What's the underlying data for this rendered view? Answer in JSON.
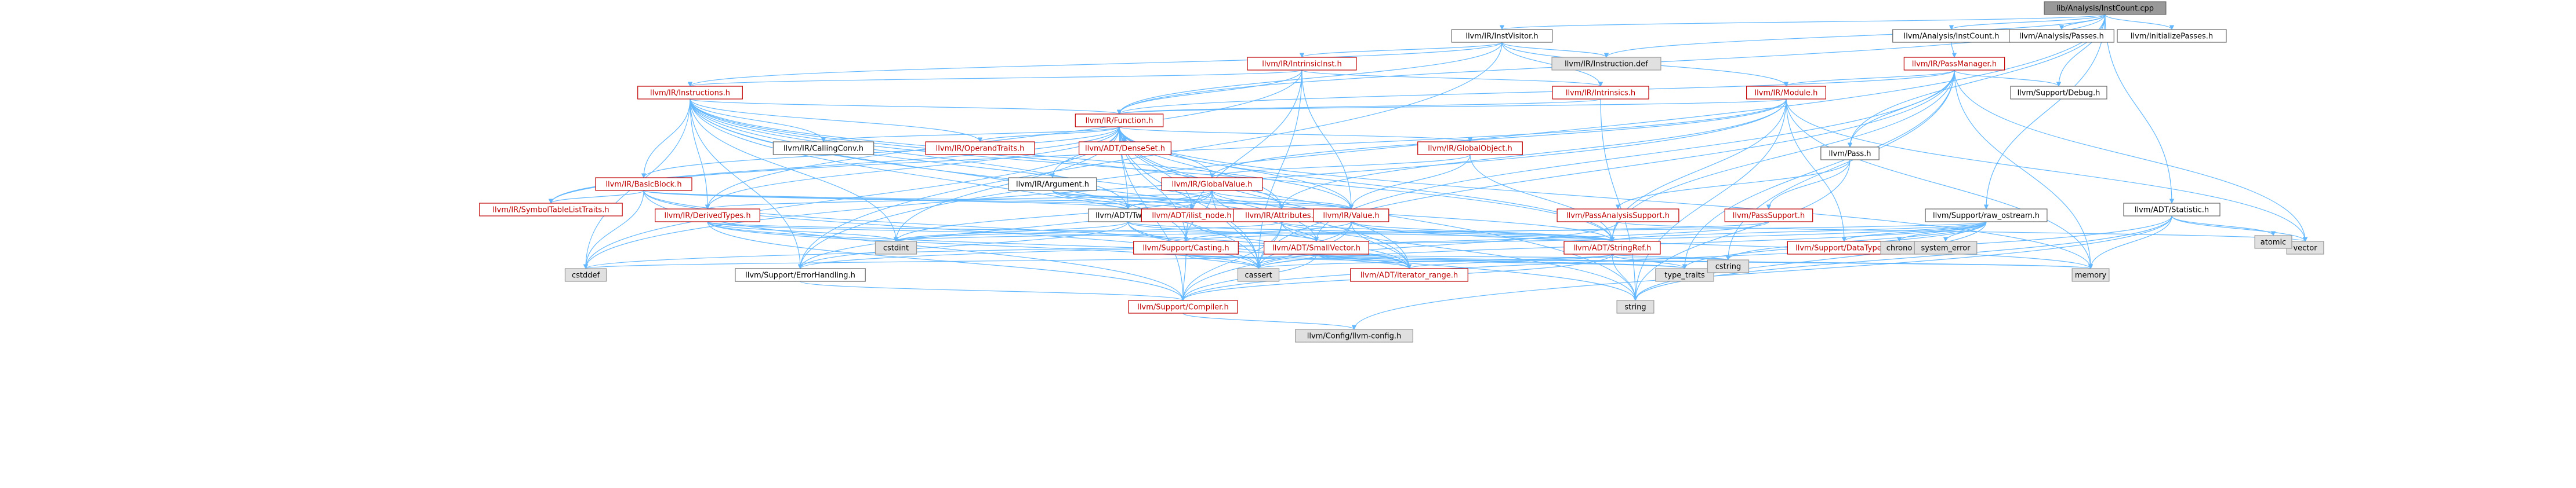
{
  "root": "lib/Analysis/InstCount.cpp",
  "palette": {
    "edge": "#63b8ff",
    "linked_node_text": "#bf0000",
    "root_fill": "#999999",
    "external_fill": "#e0e0e0"
  },
  "nodes": [
    {
      "id": "root",
      "label": "lib/Analysis/InstCount.cpp",
      "kind": "root"
    },
    {
      "id": "InstVisitor",
      "label": "llvm/IR/InstVisitor.h",
      "kind": "plain"
    },
    {
      "id": "AnalysisInstCount",
      "label": "llvm/Analysis/InstCount.h",
      "kind": "plain"
    },
    {
      "id": "AnalysisPasses",
      "label": "llvm/Analysis/Passes.h",
      "kind": "plain"
    },
    {
      "id": "InitializePasses",
      "label": "llvm/InitializePasses.h",
      "kind": "plain"
    },
    {
      "id": "IntrinsicInst",
      "label": "llvm/IR/IntrinsicInst.h",
      "kind": "linked"
    },
    {
      "id": "InstructionDef",
      "label": "llvm/IR/Instruction.def",
      "kind": "external"
    },
    {
      "id": "PassManager",
      "label": "llvm/IR/PassManager.h",
      "kind": "linked"
    },
    {
      "id": "Instructions",
      "label": "llvm/IR/Instructions.h",
      "kind": "linked"
    },
    {
      "id": "Intrinsics",
      "label": "llvm/IR/Intrinsics.h",
      "kind": "linked"
    },
    {
      "id": "Module",
      "label": "llvm/IR/Module.h",
      "kind": "linked"
    },
    {
      "id": "SupportDebug",
      "label": "llvm/Support/Debug.h",
      "kind": "plain"
    },
    {
      "id": "Function",
      "label": "llvm/IR/Function.h",
      "kind": "linked"
    },
    {
      "id": "Pass",
      "label": "llvm/Pass.h",
      "kind": "plain"
    },
    {
      "id": "CallingConv",
      "label": "llvm/IR/CallingConv.h",
      "kind": "plain"
    },
    {
      "id": "OperandTraits",
      "label": "llvm/IR/OperandTraits.h",
      "kind": "linked"
    },
    {
      "id": "DenseSet",
      "label": "llvm/ADT/DenseSet.h",
      "kind": "linked"
    },
    {
      "id": "GlobalObject",
      "label": "llvm/IR/GlobalObject.h",
      "kind": "linked"
    },
    {
      "id": "BasicBlock",
      "label": "llvm/IR/BasicBlock.h",
      "kind": "linked"
    },
    {
      "id": "GlobalValue",
      "label": "llvm/IR/GlobalValue.h",
      "kind": "linked"
    },
    {
      "id": "Argument",
      "label": "llvm/IR/Argument.h",
      "kind": "plain"
    },
    {
      "id": "Statistic",
      "label": "llvm/ADT/Statistic.h",
      "kind": "plain"
    },
    {
      "id": "SymbolTableListTraits",
      "label": "llvm/IR/SymbolTableListTraits.h",
      "kind": "linked"
    },
    {
      "id": "DerivedTypes",
      "label": "llvm/IR/DerivedTypes.h",
      "kind": "linked"
    },
    {
      "id": "Twine",
      "label": "llvm/ADT/Twine.h",
      "kind": "plain"
    },
    {
      "id": "ilistNode",
      "label": "llvm/ADT/ilist_node.h",
      "kind": "linked"
    },
    {
      "id": "Attributes",
      "label": "llvm/IR/Attributes.h",
      "kind": "linked"
    },
    {
      "id": "Value",
      "label": "llvm/IR/Value.h",
      "kind": "linked"
    },
    {
      "id": "PassAnalysisSupport",
      "label": "llvm/PassAnalysisSupport.h",
      "kind": "linked"
    },
    {
      "id": "PassSupport",
      "label": "llvm/PassSupport.h",
      "kind": "linked"
    },
    {
      "id": "RawOstream",
      "label": "llvm/Support/raw_ostream.h",
      "kind": "plain"
    },
    {
      "id": "Casting",
      "label": "llvm/Support/Casting.h",
      "kind": "linked"
    },
    {
      "id": "SmallVector",
      "label": "llvm/ADT/SmallVector.h",
      "kind": "linked"
    },
    {
      "id": "StringRef",
      "label": "llvm/ADT/StringRef.h",
      "kind": "linked"
    },
    {
      "id": "DataTypes",
      "label": "llvm/Support/DataTypes.h",
      "kind": "linked"
    },
    {
      "id": "ErrorHandling",
      "label": "llvm/Support/ErrorHandling.h",
      "kind": "plain"
    },
    {
      "id": "IteratorRange",
      "label": "llvm/ADT/iterator_range.h",
      "kind": "linked"
    },
    {
      "id": "Compiler",
      "label": "llvm/Support/Compiler.h",
      "kind": "linked"
    },
    {
      "id": "LlvmConfig",
      "label": "llvm/Config/llvm-config.h",
      "kind": "external"
    },
    {
      "id": "cstdint",
      "label": "cstdint",
      "kind": "external"
    },
    {
      "id": "cstddef",
      "label": "cstddef",
      "kind": "external"
    },
    {
      "id": "cassert",
      "label": "cassert",
      "kind": "external"
    },
    {
      "id": "typeTraits",
      "label": "type_traits",
      "kind": "external"
    },
    {
      "id": "memory",
      "label": "memory",
      "kind": "external"
    },
    {
      "id": "cstring",
      "label": "cstring",
      "kind": "external"
    },
    {
      "id": "string",
      "label": "string",
      "kind": "external"
    },
    {
      "id": "vector",
      "label": "vector",
      "kind": "external"
    },
    {
      "id": "chrono",
      "label": "chrono",
      "kind": "external"
    },
    {
      "id": "systemError",
      "label": "system_error",
      "kind": "external"
    },
    {
      "id": "atomic",
      "label": "atomic",
      "kind": "external"
    }
  ],
  "edges": [
    [
      "root",
      "InstVisitor"
    ],
    [
      "root",
      "AnalysisInstCount"
    ],
    [
      "root",
      "AnalysisPasses"
    ],
    [
      "root",
      "InitializePasses"
    ],
    [
      "root",
      "Function"
    ],
    [
      "root",
      "InstructionDef"
    ],
    [
      "root",
      "Pass"
    ],
    [
      "root",
      "SupportDebug"
    ],
    [
      "root",
      "ErrorHandling"
    ],
    [
      "root",
      "RawOstream"
    ],
    [
      "root",
      "Statistic"
    ],
    [
      "InstVisitor",
      "IntrinsicInst"
    ],
    [
      "InstVisitor",
      "Function"
    ],
    [
      "InstVisitor",
      "Instructions"
    ],
    [
      "InstVisitor",
      "Intrinsics"
    ],
    [
      "InstVisitor",
      "Module"
    ],
    [
      "InstVisitor",
      "InstructionDef"
    ],
    [
      "InstVisitor",
      "ErrorHandling"
    ],
    [
      "AnalysisInstCount",
      "PassManager"
    ],
    [
      "IntrinsicInst",
      "Instructions"
    ],
    [
      "IntrinsicInst",
      "Intrinsics"
    ],
    [
      "IntrinsicInst",
      "Function"
    ],
    [
      "IntrinsicInst",
      "Value"
    ],
    [
      "IntrinsicInst",
      "Casting"
    ],
    [
      "IntrinsicInst",
      "cassert"
    ],
    [
      "IntrinsicInst",
      "DerivedTypes"
    ],
    [
      "PassManager",
      "Module"
    ],
    [
      "PassManager",
      "Function"
    ],
    [
      "PassManager",
      "Pass"
    ],
    [
      "PassManager",
      "SupportDebug"
    ],
    [
      "PassManager",
      "StringRef"
    ],
    [
      "PassManager",
      "SmallVector"
    ],
    [
      "PassManager",
      "vector"
    ],
    [
      "PassManager",
      "memory"
    ],
    [
      "PassManager",
      "cstring"
    ],
    [
      "PassManager",
      "typeTraits"
    ],
    [
      "PassManager",
      "cassert"
    ],
    [
      "Instructions",
      "Function"
    ],
    [
      "Instructions",
      "BasicBlock"
    ],
    [
      "Instructions",
      "CallingConv"
    ],
    [
      "Instructions",
      "OperandTraits"
    ],
    [
      "Instructions",
      "DerivedTypes"
    ],
    [
      "Instructions",
      "Attributes"
    ],
    [
      "Instructions",
      "Twine"
    ],
    [
      "Instructions",
      "Value"
    ],
    [
      "Instructions",
      "Casting"
    ],
    [
      "Instructions",
      "SmallVector"
    ],
    [
      "Instructions",
      "StringRef"
    ],
    [
      "Instructions",
      "ErrorHandling"
    ],
    [
      "Instructions",
      "cassert"
    ],
    [
      "Instructions",
      "cstddef"
    ],
    [
      "Instructions",
      "cstdint"
    ],
    [
      "Instructions",
      "IteratorRange"
    ],
    [
      "Intrinsics",
      "Function"
    ],
    [
      "Intrinsics",
      "string"
    ],
    [
      "Module",
      "Function"
    ],
    [
      "Module",
      "GlobalValue"
    ],
    [
      "Module",
      "Attributes"
    ],
    [
      "Module",
      "StringRef"
    ],
    [
      "Module",
      "SymbolTableListTraits"
    ],
    [
      "Module",
      "DataTypes"
    ],
    [
      "Module",
      "cstddef"
    ],
    [
      "Module",
      "memory"
    ],
    [
      "Module",
      "string"
    ],
    [
      "Module",
      "vector"
    ],
    [
      "Function",
      "CallingConv"
    ],
    [
      "Function",
      "OperandTraits"
    ],
    [
      "Function",
      "DenseSet"
    ],
    [
      "Function",
      "GlobalObject"
    ],
    [
      "Function",
      "BasicBlock"
    ],
    [
      "Function",
      "GlobalValue"
    ],
    [
      "Function",
      "Argument"
    ],
    [
      "Function",
      "SymbolTableListTraits"
    ],
    [
      "Function",
      "DerivedTypes"
    ],
    [
      "Function",
      "Twine"
    ],
    [
      "Function",
      "ilistNode"
    ],
    [
      "Function",
      "Attributes"
    ],
    [
      "Function",
      "Value"
    ],
    [
      "Function",
      "StringRef"
    ],
    [
      "Function",
      "IteratorRange"
    ],
    [
      "Function",
      "Compiler"
    ],
    [
      "Function",
      "Casting"
    ],
    [
      "Function",
      "cassert"
    ],
    [
      "Function",
      "cstddef"
    ],
    [
      "Function",
      "cstdint"
    ],
    [
      "Function",
      "memory"
    ],
    [
      "Function",
      "string"
    ],
    [
      "Pass",
      "PassAnalysisSupport"
    ],
    [
      "Pass",
      "PassSupport"
    ],
    [
      "Pass",
      "string"
    ],
    [
      "GlobalObject",
      "GlobalValue"
    ],
    [
      "GlobalObject",
      "Value"
    ],
    [
      "GlobalObject",
      "StringRef"
    ],
    [
      "BasicBlock",
      "Twine"
    ],
    [
      "BasicBlock",
      "ilistNode"
    ],
    [
      "BasicBlock",
      "Value"
    ],
    [
      "BasicBlock",
      "SymbolTableListTraits"
    ],
    [
      "BasicBlock",
      "IteratorRange"
    ],
    [
      "BasicBlock",
      "Compiler"
    ],
    [
      "BasicBlock",
      "cassert"
    ],
    [
      "BasicBlock",
      "cstddef"
    ],
    [
      "GlobalValue",
      "Twine"
    ],
    [
      "GlobalValue",
      "DerivedTypes"
    ],
    [
      "GlobalValue",
      "Value"
    ],
    [
      "GlobalValue",
      "Casting"
    ],
    [
      "GlobalValue",
      "StringRef"
    ],
    [
      "GlobalValue",
      "ErrorHandling"
    ],
    [
      "GlobalValue",
      "cassert"
    ],
    [
      "GlobalValue",
      "cstdint"
    ],
    [
      "GlobalValue",
      "string"
    ],
    [
      "Argument",
      "Twine"
    ],
    [
      "Argument",
      "ilistNode"
    ],
    [
      "Argument",
      "Attributes"
    ],
    [
      "Argument",
      "Value"
    ],
    [
      "Statistic",
      "Compiler"
    ],
    [
      "Statistic",
      "LlvmConfig"
    ],
    [
      "Statistic",
      "atomic"
    ],
    [
      "Statistic",
      "memory"
    ],
    [
      "Statistic",
      "string"
    ],
    [
      "Statistic",
      "vector"
    ],
    [
      "DerivedTypes",
      "StringRef"
    ],
    [
      "DerivedTypes",
      "Casting"
    ],
    [
      "DerivedTypes",
      "Compiler"
    ],
    [
      "DerivedTypes",
      "cassert"
    ],
    [
      "DerivedTypes",
      "cstdint"
    ],
    [
      "DerivedTypes",
      "IteratorRange"
    ],
    [
      "Twine",
      "SmallVector"
    ],
    [
      "Twine",
      "StringRef"
    ],
    [
      "Twine",
      "ErrorHandling"
    ],
    [
      "Twine",
      "cassert"
    ],
    [
      "Twine",
      "cstdint"
    ],
    [
      "Twine",
      "string"
    ],
    [
      "ilistNode",
      "IteratorRange"
    ],
    [
      "Attributes",
      "SmallVector"
    ],
    [
      "Attributes",
      "StringRef"
    ],
    [
      "Attributes",
      "IteratorRange"
    ],
    [
      "Attributes",
      "Compiler"
    ],
    [
      "Attributes",
      "cassert"
    ],
    [
      "Attributes",
      "cstdint"
    ],
    [
      "Value",
      "StringRef"
    ],
    [
      "Value",
      "IteratorRange"
    ],
    [
      "Value",
      "Casting"
    ],
    [
      "Value",
      "Compiler"
    ],
    [
      "Value",
      "cassert"
    ],
    [
      "Value",
      "memory"
    ],
    [
      "PassAnalysisSupport",
      "cassert"
    ],
    [
      "PassAnalysisSupport",
      "vector"
    ],
    [
      "PassSupport",
      "Casting"
    ],
    [
      "PassSupport",
      "ErrorHandling"
    ],
    [
      "RawOstream",
      "StringRef"
    ],
    [
      "RawOstream",
      "DataTypes"
    ],
    [
      "RawOstream",
      "cassert"
    ],
    [
      "RawOstream",
      "chrono"
    ],
    [
      "RawOstream",
      "cstddef"
    ],
    [
      "RawOstream",
      "cstdint"
    ],
    [
      "RawOstream",
      "cstring"
    ],
    [
      "RawOstream",
      "string"
    ],
    [
      "RawOstream",
      "systemError"
    ],
    [
      "RawOstream",
      "typeTraits"
    ],
    [
      "Casting",
      "Compiler"
    ],
    [
      "Casting",
      "cassert"
    ],
    [
      "Casting",
      "memory"
    ],
    [
      "Casting",
      "typeTraits"
    ],
    [
      "SmallVector",
      "Compiler"
    ],
    [
      "SmallVector",
      "cassert"
    ],
    [
      "SmallVector",
      "cstddef"
    ],
    [
      "SmallVector",
      "cstring"
    ],
    [
      "SmallVector",
      "memory"
    ],
    [
      "SmallVector",
      "typeTraits"
    ],
    [
      "SmallVector",
      "IteratorRange"
    ],
    [
      "StringRef",
      "Compiler"
    ],
    [
      "StringRef",
      "IteratorRange"
    ],
    [
      "StringRef",
      "cassert"
    ],
    [
      "StringRef",
      "cstring"
    ],
    [
      "StringRef",
      "string"
    ],
    [
      "StringRef",
      "typeTraits"
    ],
    [
      "ErrorHandling",
      "Compiler"
    ],
    [
      "Compiler",
      "LlvmConfig"
    ]
  ]
}
